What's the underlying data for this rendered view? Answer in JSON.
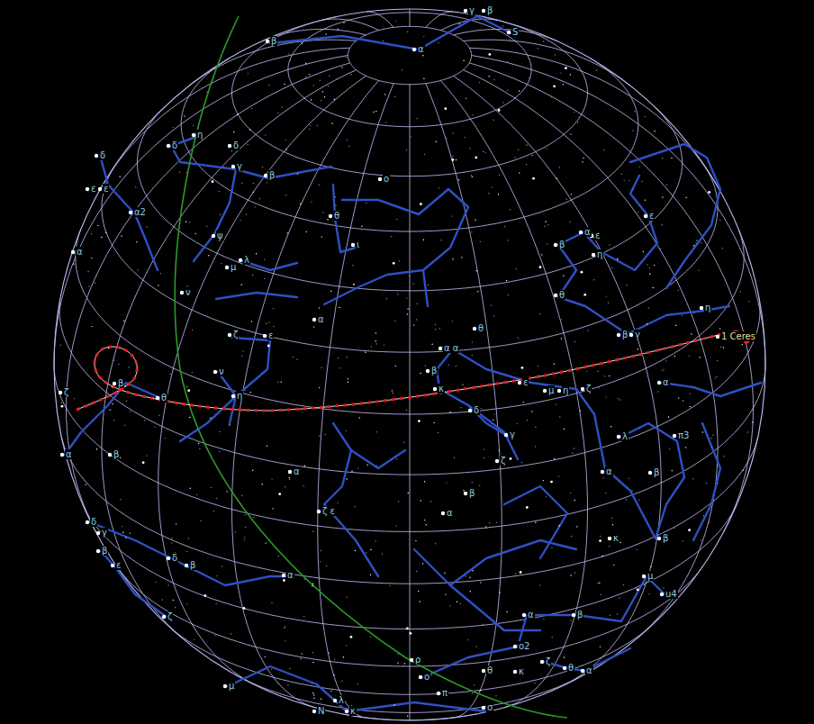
{
  "diagram": {
    "labels": [
      "β",
      "γ",
      "β",
      "S",
      "η",
      "δ",
      "δ",
      "γ",
      "β",
      "ο",
      "δ",
      "ε",
      "ε",
      "α2",
      "θ",
      "ψ",
      "ι",
      "λ",
      "μ",
      "α",
      "ν",
      "α",
      "θ",
      "α",
      "ε",
      "η",
      "β",
      "ε",
      "θ",
      "β",
      "γ",
      "η",
      "1 Ceres",
      "α α",
      "β",
      "κ",
      "ε",
      "μ",
      "η",
      "δ",
      "γ",
      "ζ",
      "α",
      "ζ",
      "λ",
      "π3",
      "α",
      "β",
      "β",
      "α",
      "β",
      "κ",
      "μ",
      "u4",
      "ζ",
      "ε",
      "ν",
      "η",
      "θ",
      "β",
      "ζ",
      "α",
      "β",
      "α",
      "ζ ε",
      "α",
      "δ",
      "γ",
      "β",
      "ε",
      "δ",
      "β",
      "ζ",
      "μ",
      "N",
      "λ",
      "κ",
      "ρ",
      "π",
      "σ",
      "θ",
      "o2",
      "κ",
      "α",
      "β",
      "ζ",
      "θ",
      "α",
      "ο",
      "α"
    ]
  }
}
